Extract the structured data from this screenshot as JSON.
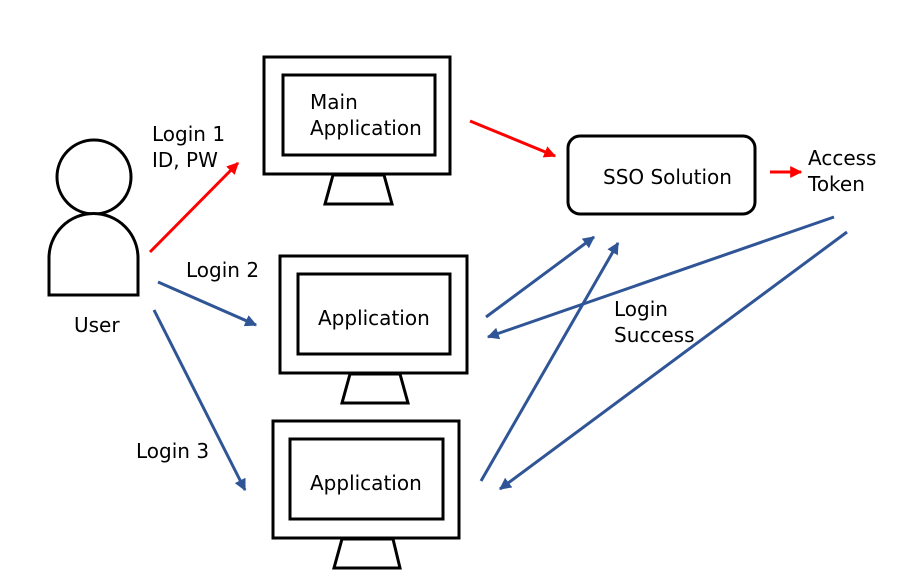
{
  "user": {
    "label": "User"
  },
  "login_labels": {
    "login1_line1": "Login 1",
    "login1_line2": "ID, PW",
    "login2": "Login 2",
    "login3": "Login 3"
  },
  "apps": {
    "main_line1": "Main",
    "main_line2": "Application",
    "app2": "Application",
    "app3": "Application"
  },
  "sso": {
    "label": "SSO Solution"
  },
  "token": {
    "line1": "Access",
    "line2": "Token"
  },
  "success": {
    "line1": "Login",
    "line2": "Success"
  },
  "colors": {
    "red_arrow": "#ff0000",
    "blue_arrow": "#2f5597",
    "outline": "#000000"
  }
}
